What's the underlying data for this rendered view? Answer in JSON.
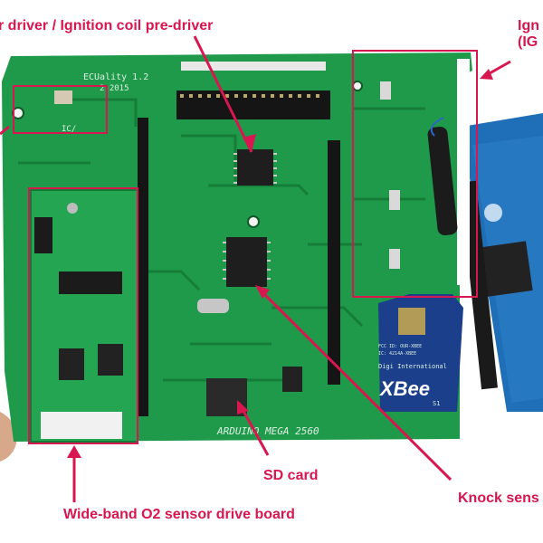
{
  "annotations": {
    "injector_driver": "r driver / Ignition coil pre-driver",
    "ignition_coil_top": "Ign",
    "ignition_coil_bottom": "(IG",
    "sd_card": "SD card",
    "knock_sensor": "Knock sens",
    "wideband_o2": "Wide-band O2 sensor drive board"
  },
  "board": {
    "title": "ECUality 1.2",
    "date": "2-2015",
    "footer": "ARDUINO MEGA 2560",
    "ic_label": "IC/"
  },
  "xbee": {
    "brand": "Digi International",
    "logo": "XBee",
    "series": "S1",
    "cert1": "FCC ID: OUR-XBEE",
    "cert2": "IC: 4214A-XBEE"
  },
  "colors": {
    "accent": "#d8164f",
    "pcb": "#1f9a4a",
    "pcb_dark": "#157a37",
    "arduino": "#1f6fb8",
    "background": "#ffffff"
  }
}
